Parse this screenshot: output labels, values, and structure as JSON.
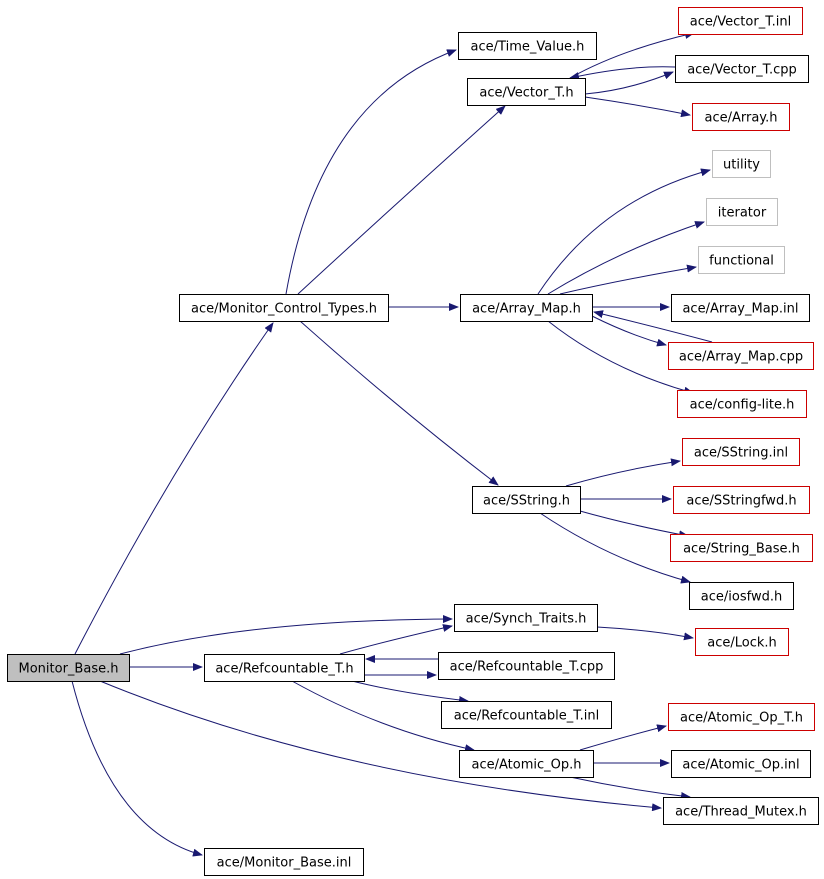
{
  "colors": {
    "edge": "#191970",
    "border_normal": "#000000",
    "border_external": "#cc0000",
    "border_system": "#bfbfbf",
    "fill_root": "#bfbfbf",
    "fill_normal": "#ffffff"
  },
  "nodes": [
    {
      "id": "monitor_base_h",
      "label": "Monitor_Base.h",
      "style": "root"
    },
    {
      "id": "monitor_control_types_h",
      "label": "ace/Monitor_Control_Types.h",
      "style": "normal"
    },
    {
      "id": "time_value_h",
      "label": "ace/Time_Value.h",
      "style": "normal"
    },
    {
      "id": "vector_t_h",
      "label": "ace/Vector_T.h",
      "style": "normal"
    },
    {
      "id": "vector_t_inl",
      "label": "ace/Vector_T.inl",
      "style": "external"
    },
    {
      "id": "vector_t_cpp",
      "label": "ace/Vector_T.cpp",
      "style": "normal"
    },
    {
      "id": "array_h",
      "label": "ace/Array.h",
      "style": "external"
    },
    {
      "id": "utility",
      "label": "utility",
      "style": "system"
    },
    {
      "id": "iterator",
      "label": "iterator",
      "style": "system"
    },
    {
      "id": "functional",
      "label": "functional",
      "style": "system"
    },
    {
      "id": "array_map_h",
      "label": "ace/Array_Map.h",
      "style": "normal"
    },
    {
      "id": "array_map_inl",
      "label": "ace/Array_Map.inl",
      "style": "normal"
    },
    {
      "id": "array_map_cpp",
      "label": "ace/Array_Map.cpp",
      "style": "external"
    },
    {
      "id": "config_lite_h",
      "label": "ace/config-lite.h",
      "style": "external"
    },
    {
      "id": "sstring_inl",
      "label": "ace/SString.inl",
      "style": "external"
    },
    {
      "id": "sstring_h",
      "label": "ace/SString.h",
      "style": "normal"
    },
    {
      "id": "sstringfwd_h",
      "label": "ace/SStringfwd.h",
      "style": "external"
    },
    {
      "id": "string_base_h",
      "label": "ace/String_Base.h",
      "style": "external"
    },
    {
      "id": "iosfwd_h",
      "label": "ace/iosfwd.h",
      "style": "normal"
    },
    {
      "id": "synch_traits_h",
      "label": "ace/Synch_Traits.h",
      "style": "normal"
    },
    {
      "id": "lock_h",
      "label": "ace/Lock.h",
      "style": "external"
    },
    {
      "id": "refcountable_t_h",
      "label": "ace/Refcountable_T.h",
      "style": "normal"
    },
    {
      "id": "refcountable_t_cpp",
      "label": "ace/Refcountable_T.cpp",
      "style": "normal"
    },
    {
      "id": "refcountable_t_inl",
      "label": "ace/Refcountable_T.inl",
      "style": "normal"
    },
    {
      "id": "atomic_op_t_h",
      "label": "ace/Atomic_Op_T.h",
      "style": "external"
    },
    {
      "id": "atomic_op_h",
      "label": "ace/Atomic_Op.h",
      "style": "normal"
    },
    {
      "id": "atomic_op_inl",
      "label": "ace/Atomic_Op.inl",
      "style": "normal"
    },
    {
      "id": "thread_mutex_h",
      "label": "ace/Thread_Mutex.h",
      "style": "normal"
    },
    {
      "id": "monitor_base_inl",
      "label": "ace/Monitor_Base.inl",
      "style": "normal"
    }
  ],
  "edges": [
    {
      "from": "monitor_base_h",
      "to": "monitor_control_types_h"
    },
    {
      "from": "monitor_base_h",
      "to": "synch_traits_h"
    },
    {
      "from": "monitor_base_h",
      "to": "refcountable_t_h"
    },
    {
      "from": "monitor_base_h",
      "to": "thread_mutex_h"
    },
    {
      "from": "monitor_base_h",
      "to": "monitor_base_inl"
    },
    {
      "from": "monitor_control_types_h",
      "to": "time_value_h"
    },
    {
      "from": "monitor_control_types_h",
      "to": "vector_t_h"
    },
    {
      "from": "monitor_control_types_h",
      "to": "array_map_h"
    },
    {
      "from": "monitor_control_types_h",
      "to": "sstring_h"
    },
    {
      "from": "vector_t_h",
      "to": "vector_t_inl"
    },
    {
      "from": "vector_t_h",
      "to": "vector_t_cpp"
    },
    {
      "from": "vector_t_h",
      "to": "array_h"
    },
    {
      "from": "vector_t_cpp",
      "to": "vector_t_h"
    },
    {
      "from": "array_map_h",
      "to": "utility"
    },
    {
      "from": "array_map_h",
      "to": "iterator"
    },
    {
      "from": "array_map_h",
      "to": "functional"
    },
    {
      "from": "array_map_h",
      "to": "array_map_inl"
    },
    {
      "from": "array_map_h",
      "to": "array_map_cpp"
    },
    {
      "from": "array_map_h",
      "to": "config_lite_h"
    },
    {
      "from": "array_map_cpp",
      "to": "array_map_h"
    },
    {
      "from": "sstring_h",
      "to": "sstring_inl"
    },
    {
      "from": "sstring_h",
      "to": "sstringfwd_h"
    },
    {
      "from": "sstring_h",
      "to": "string_base_h"
    },
    {
      "from": "sstring_h",
      "to": "iosfwd_h"
    },
    {
      "from": "synch_traits_h",
      "to": "lock_h"
    },
    {
      "from": "refcountable_t_h",
      "to": "synch_traits_h"
    },
    {
      "from": "refcountable_t_h",
      "to": "refcountable_t_cpp"
    },
    {
      "from": "refcountable_t_h",
      "to": "refcountable_t_inl"
    },
    {
      "from": "refcountable_t_h",
      "to": "atomic_op_h"
    },
    {
      "from": "refcountable_t_cpp",
      "to": "refcountable_t_h"
    },
    {
      "from": "atomic_op_h",
      "to": "atomic_op_t_h"
    },
    {
      "from": "atomic_op_h",
      "to": "atomic_op_inl"
    },
    {
      "from": "atomic_op_h",
      "to": "thread_mutex_h"
    }
  ]
}
